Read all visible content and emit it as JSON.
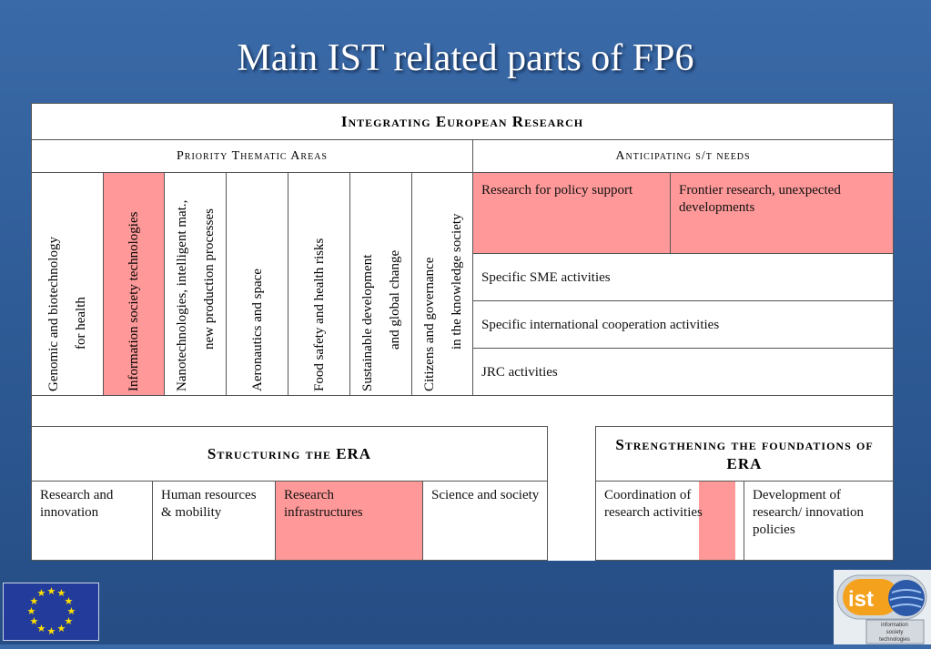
{
  "title": "Main IST related parts of FP6",
  "integrating": {
    "title": "Integrating European Research",
    "priority": {
      "header": "Priority Thematic Areas",
      "areas": [
        {
          "lines": [
            "Genomic and biotechnology",
            "for health"
          ],
          "highlight": false
        },
        {
          "lines": [
            "Information society technologies"
          ],
          "highlight": true
        },
        {
          "lines": [
            "Nanotechnologies, intelligent mat.,",
            "new production processes"
          ],
          "highlight": false
        },
        {
          "lines": [
            "Aeronautics and space"
          ],
          "highlight": false
        },
        {
          "lines": [
            "Food safety and health risks"
          ],
          "highlight": false
        },
        {
          "lines": [
            "Sustainable development",
            "and  global change"
          ],
          "highlight": false
        },
        {
          "lines": [
            "Citizens and governance",
            "in the knowledge society"
          ],
          "highlight": false
        }
      ]
    },
    "anticipating": {
      "header": "Anticipating s/t needs",
      "policy": "Research for policy support",
      "frontier": "Frontier research, unexpected developments",
      "sme": "Specific SME activities",
      "intl": "Specific international cooperation activities",
      "jrc": "JRC activities"
    }
  },
  "structuring": {
    "title": "Structuring the ERA",
    "items": [
      {
        "label": "Research and innovation",
        "highlight": false
      },
      {
        "label": "Human resources & mobility",
        "highlight": false
      },
      {
        "label": "Research infrastructures",
        "highlight": true
      },
      {
        "label": "Science and society",
        "highlight": false
      }
    ]
  },
  "strengthening": {
    "title": "Strengthening the foundations of ERA",
    "items": [
      {
        "label": "Coordination of research activities"
      },
      {
        "label": "Development of research/ innovation policies"
      }
    ]
  },
  "logos": {
    "eu": "EU flag",
    "ist_text": "ist",
    "ist_caption": "information society technologies"
  },
  "colors": {
    "highlight": "#ff9999",
    "background": "#2f5c97"
  }
}
